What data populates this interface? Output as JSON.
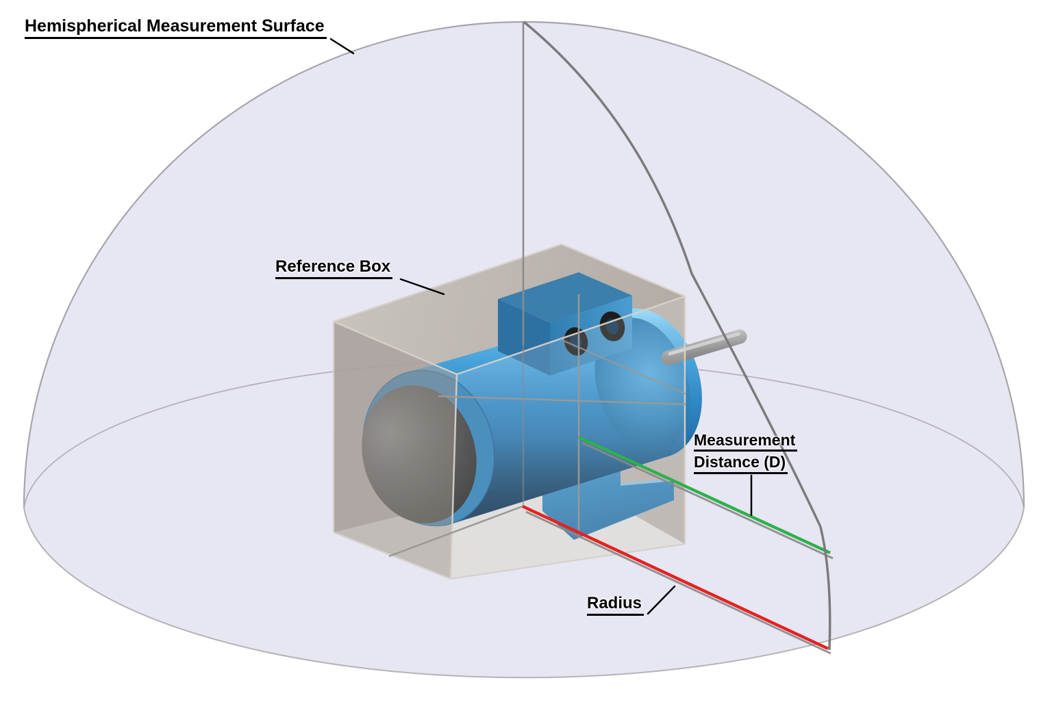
{
  "diagram": {
    "title": "Hemispherical Measurement Surface",
    "labels": {
      "reference_box": "Reference Box",
      "measurement_distance_line1": "Measurement",
      "measurement_distance_line2": "Distance (D)",
      "radius": "Radius"
    },
    "colors": {
      "background": "#ffffff",
      "hemisphere_fill": "#e7e6f3",
      "hemisphere_outline": "#a7a5a9",
      "base_edge": "#b4b2b6",
      "meridian": "#7b7b7b",
      "construction_line": "#9a9894",
      "measurement_distance_line": "#2eb04d",
      "radius_line": "#e42222",
      "line_shadow": "#8b8987",
      "box_back_wall": "#a8a19b",
      "box_right_wall": "#b0a9a2",
      "box_top": "#c3bdb6",
      "box_floor": "#dcdbd7",
      "box_edge": "#d7d1c9",
      "motor_blue": "#2e84c0",
      "label_text": "#000000"
    }
  }
}
